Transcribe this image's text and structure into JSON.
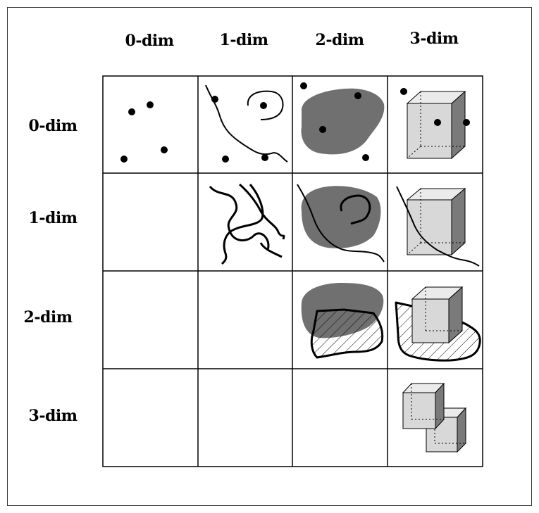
{
  "columns": [
    "0-dim",
    "1-dim",
    "2-dim",
    "3-dim"
  ],
  "rows": [
    "0-dim",
    "1-dim",
    "2-dim",
    "3-dim"
  ],
  "colors": {
    "line": "#000000",
    "region_fill": "#707070",
    "box_face": "#d8d8d8",
    "box_side": "#7a7a7a",
    "box_top": "#ebebeb"
  }
}
